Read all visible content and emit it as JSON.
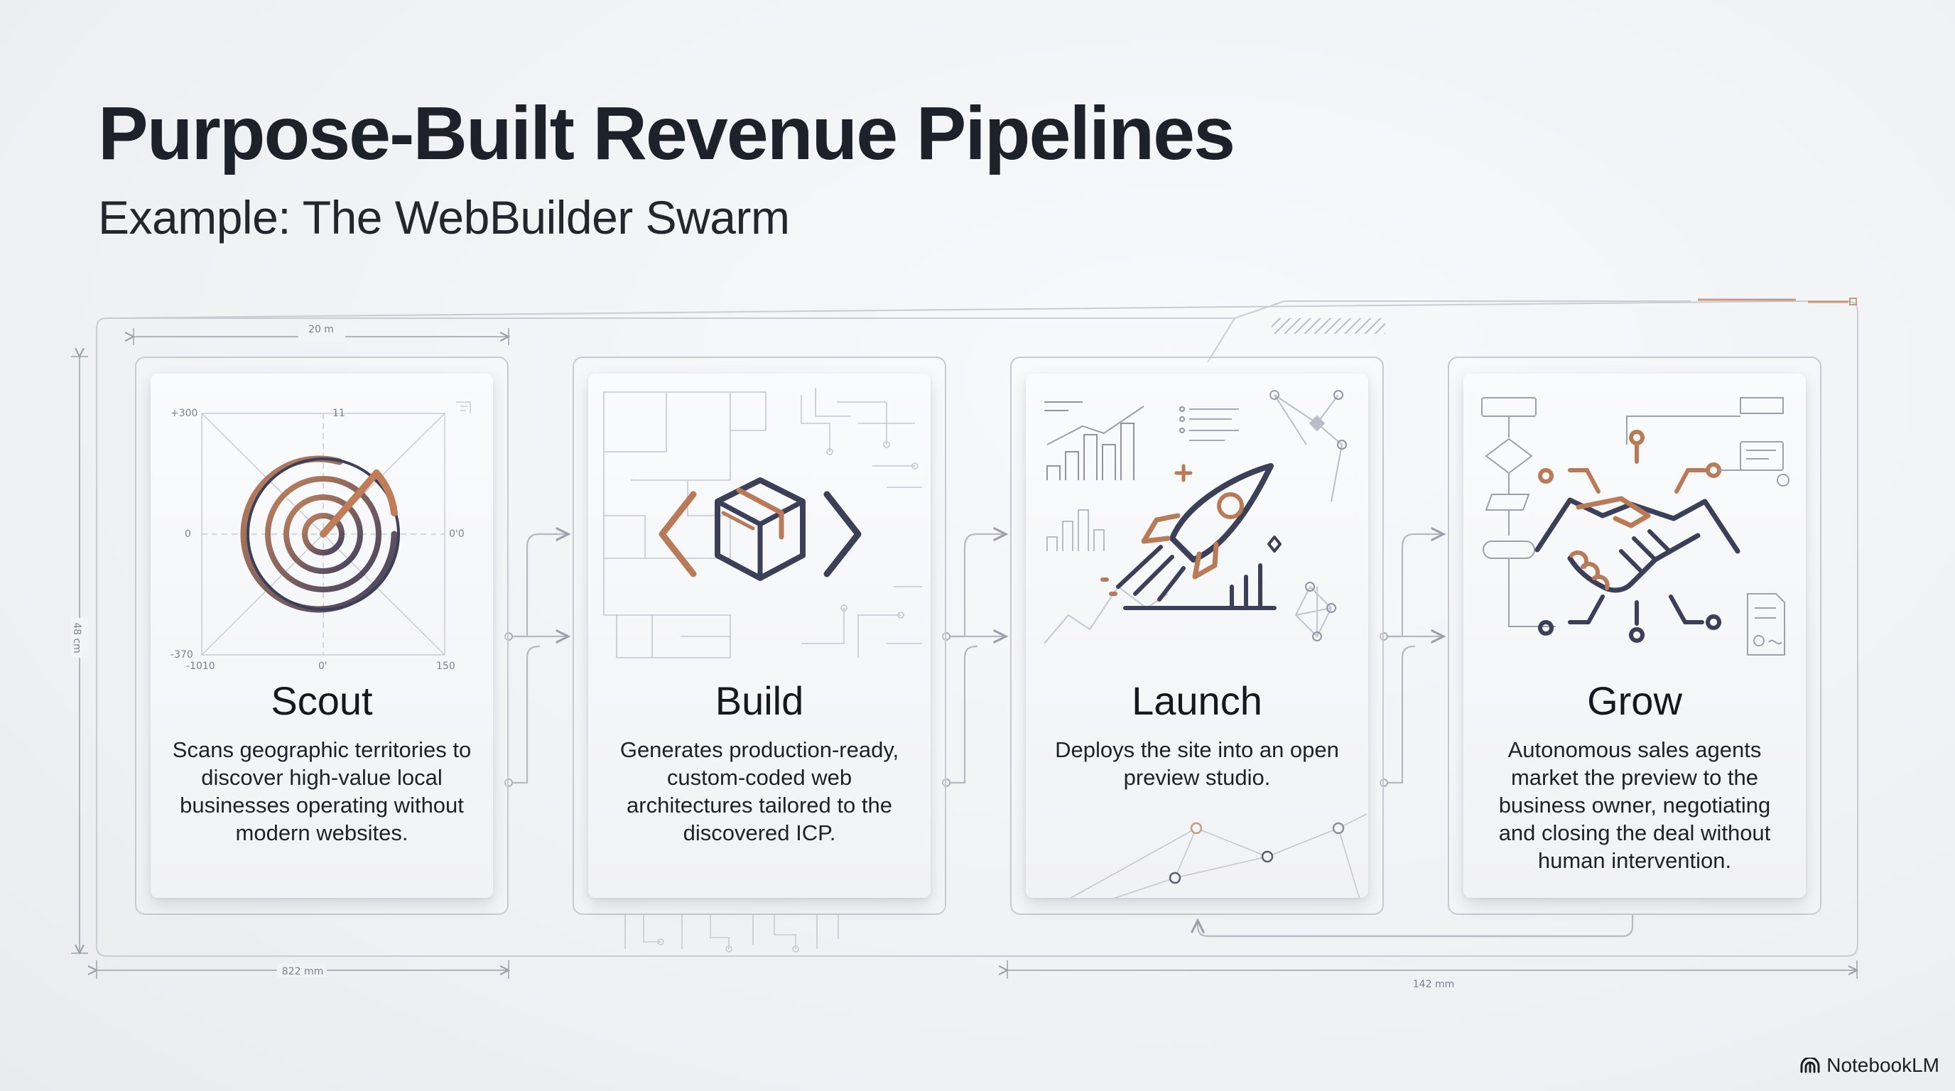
{
  "title": "Purpose-Built Revenue Pipelines",
  "subtitle": "Example: The WebBuilder Swarm",
  "stages": [
    {
      "title": "Scout",
      "description": "Scans geographic territories to discover high-value local businesses operating without modern websites.",
      "icon": "radar-target-icon"
    },
    {
      "title": "Build",
      "description": "Generates production-ready, custom-coded web architectures tailored to the discovered ICP.",
      "icon": "code-cube-icon"
    },
    {
      "title": "Launch",
      "description": "Deploys the site into an open preview studio.",
      "icon": "rocket-icon"
    },
    {
      "title": "Grow",
      "description": "Autonomous sales agents market the preview to the business owner, negotiating and closing the deal without human intervention.",
      "icon": "handshake-icon"
    }
  ],
  "dimensions": {
    "top_width": "20 m",
    "left_height": "48 cm",
    "bottom_left": "822 mm",
    "bottom_right": "142 mm"
  },
  "scout_axis": {
    "y_top": "+300",
    "y_mid": "0",
    "y_bottom": "-370",
    "x_left": "-1010",
    "x_mid": "0'",
    "x_right": "150",
    "right_mid": "0'0",
    "top_mark": "11"
  },
  "brand": {
    "name": "NotebookLM",
    "icon": "notebooklm-logo-icon"
  },
  "colors": {
    "accent": "#b97a57",
    "ink": "#3c3f58",
    "line": "#c3c7ce"
  }
}
